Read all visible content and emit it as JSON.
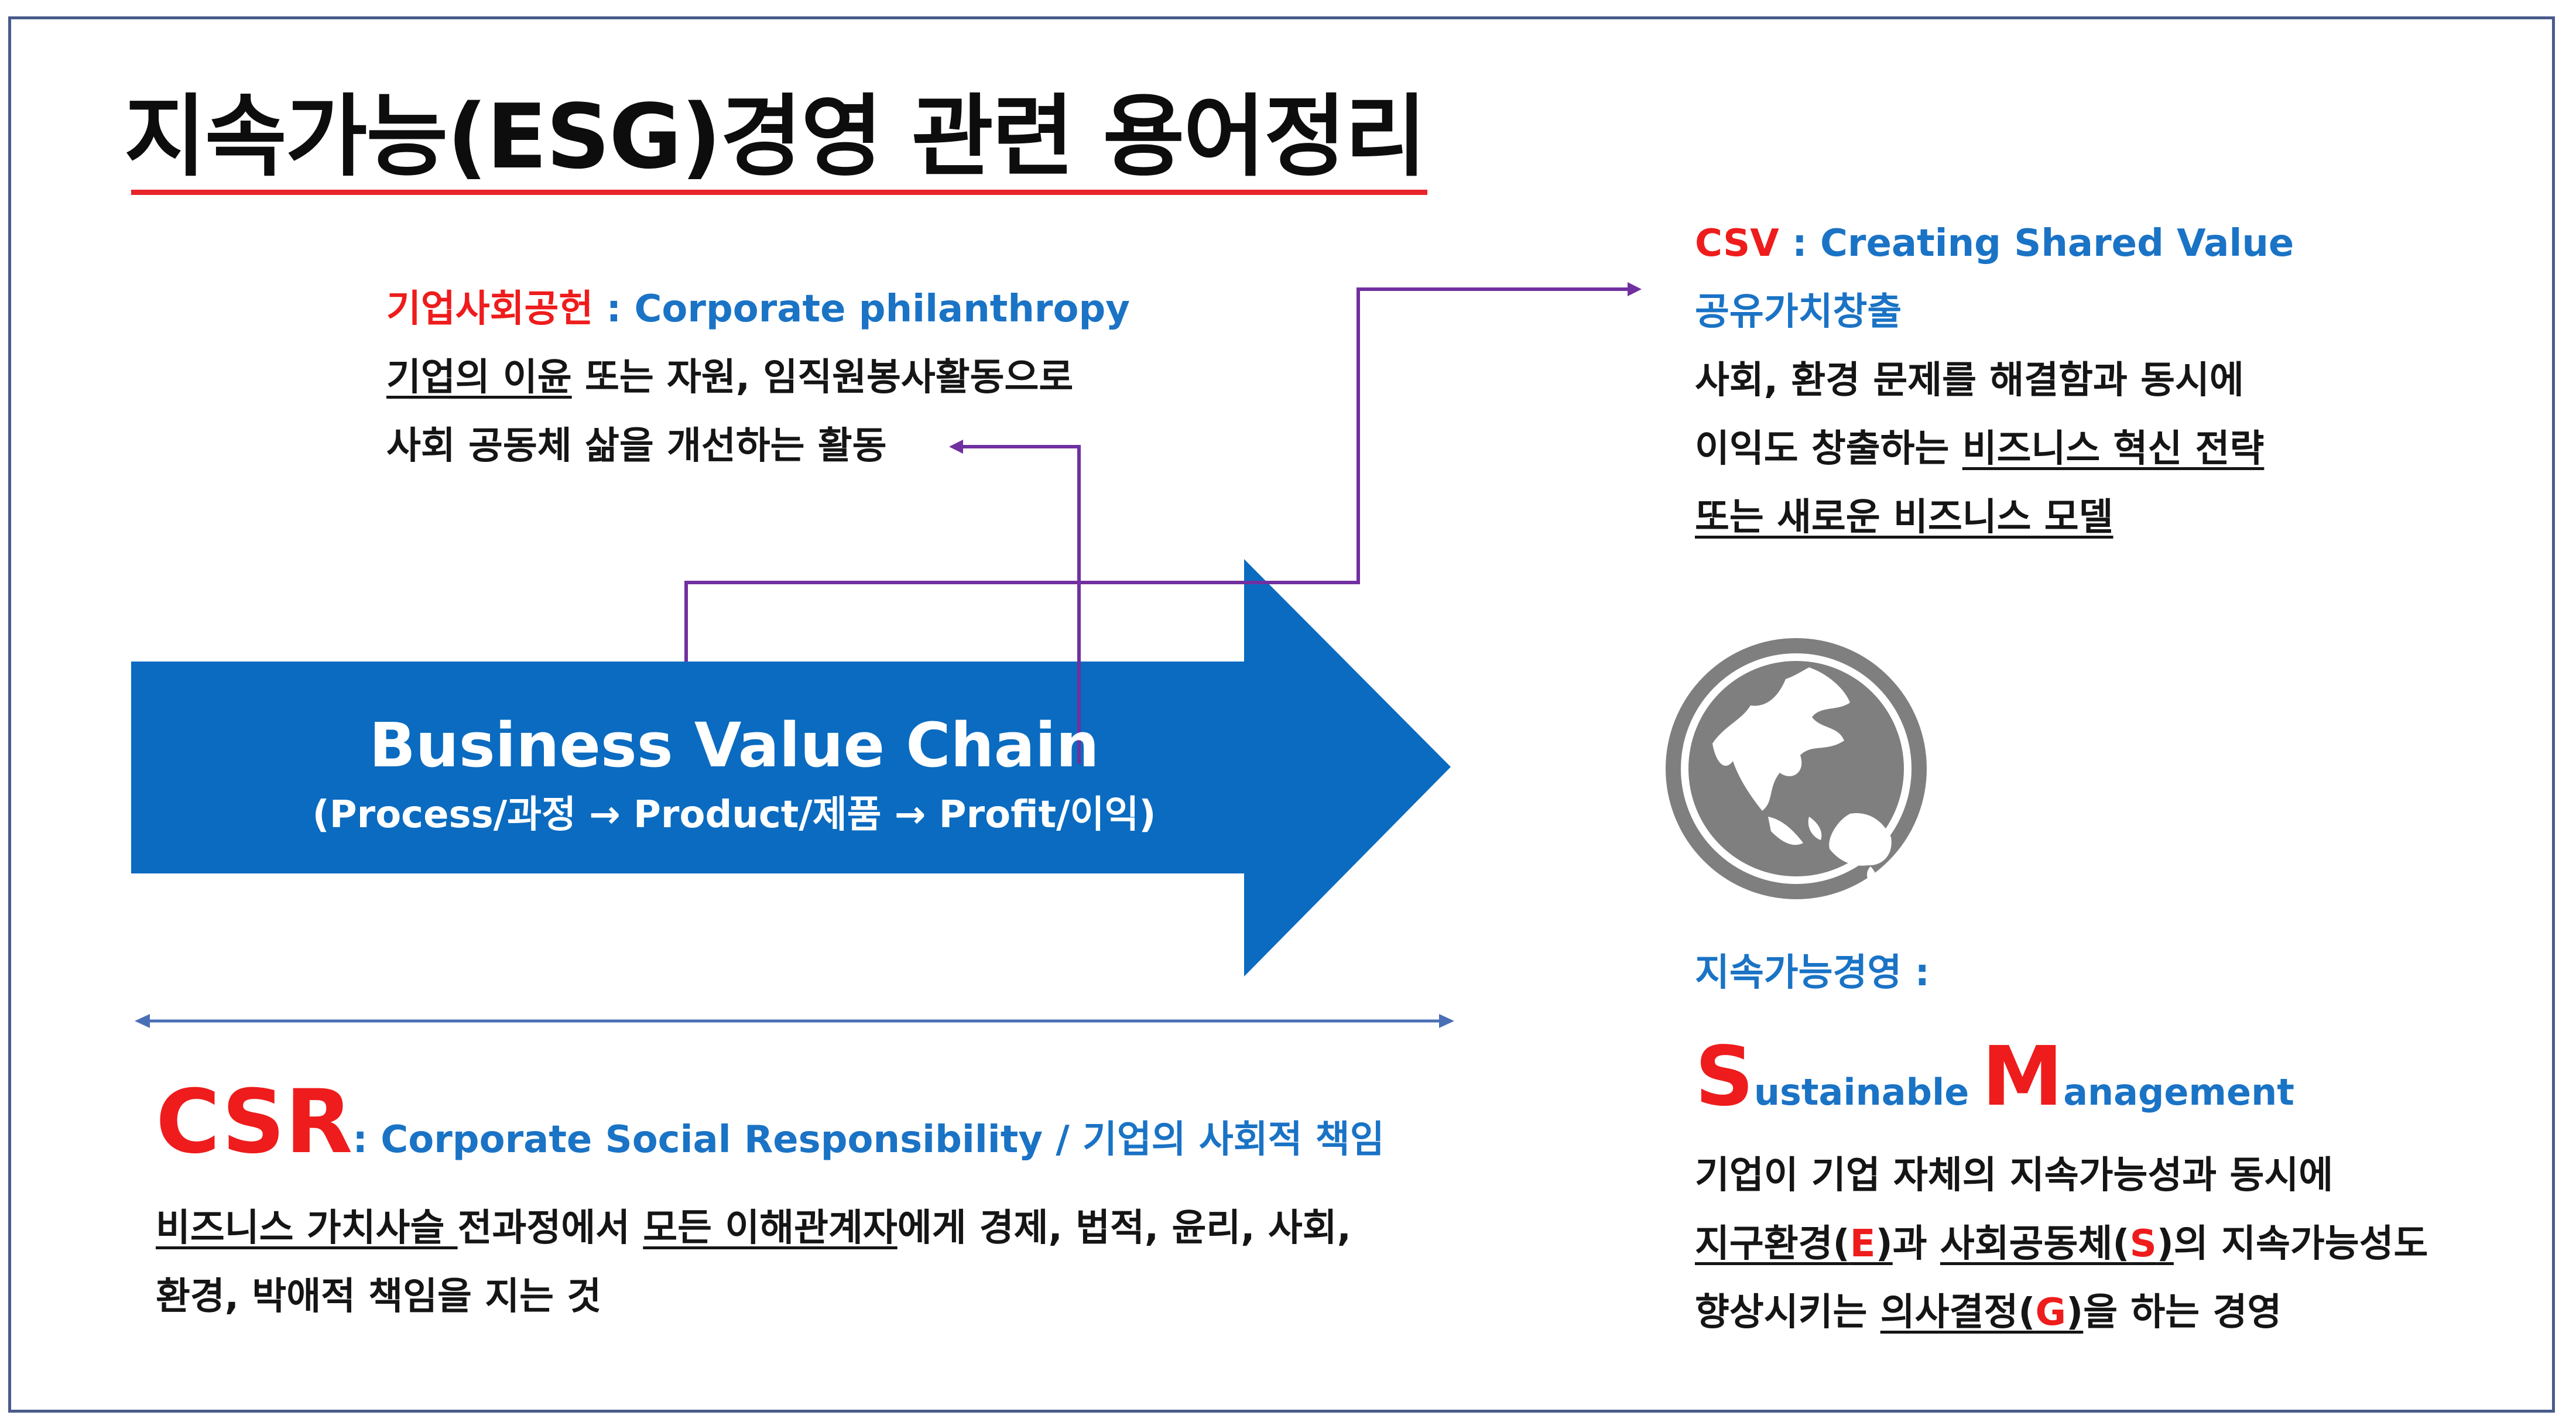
{
  "title": "지속가능(ESG)경영 관련 용어정리",
  "philanthropy": {
    "term": "기업사회공헌",
    "definition": " : Corporate philanthropy",
    "line1_underlined": "기업의 이윤",
    "line1_rest": " 또는 자원, 임직원봉사활동으로",
    "line2": "사회 공동체 삶을 개선하는 활동"
  },
  "csv": {
    "term": "CSV",
    "definition": " : Creating Shared Value",
    "korean": "공유가치창출",
    "line1": "사회, 환경 문제를 해결함과 동시에",
    "line2_plain": "이익도 창출하는 ",
    "line2_underlined": "비즈니스 혁신 전략",
    "line3_underlined": "또는 새로운 비즈니스 모델"
  },
  "value_chain": {
    "title": "Business Value Chain",
    "subtitle": "(Process/과정 → Product/제품 → Profit/이익)"
  },
  "csr": {
    "term": "CSR",
    "definition": ": Corporate Social Responsibility / 기업의 사회적 책임",
    "line1_underlined_a": "비즈니스 가치사슬 ",
    "line1_plain_a": "전과정에서 ",
    "line1_underlined_b": "모든 이해관계자",
    "line1_plain_b": "에게 경제, 법적, 윤리, 사회,",
    "line2": "환경, 박애적 책임을 지는 것"
  },
  "sustainable": {
    "label": "지속가능경영 :",
    "s_letter": "S",
    "s_rest": "ustainable ",
    "m_letter": "M",
    "m_rest": "anagement",
    "line1": "기업이 기업 자체의 지속가능성과 동시에",
    "line2_u1": "지구환경(",
    "line2_e": "E",
    "line2_u1_end": ")",
    "line2_p1": "과 ",
    "line2_u2": "사회공동체(",
    "line2_s": "S",
    "line2_u2_end": ")",
    "line2_p2": "의 지속가능성도",
    "line3_p1": "향상시키는 ",
    "line3_u": "의사결정(",
    "line3_g": "G",
    "line3_u_end": ")",
    "line3_p2": "을 하는 경영"
  },
  "globe": {
    "icon": "globe-icon"
  },
  "colors": {
    "accent_red": "#ee1c1c",
    "accent_blue": "#1a73c5",
    "arrow_blue": "#0a6bc0",
    "connector_purple": "#7030a0",
    "globe_gray": "#7f7f7f"
  }
}
